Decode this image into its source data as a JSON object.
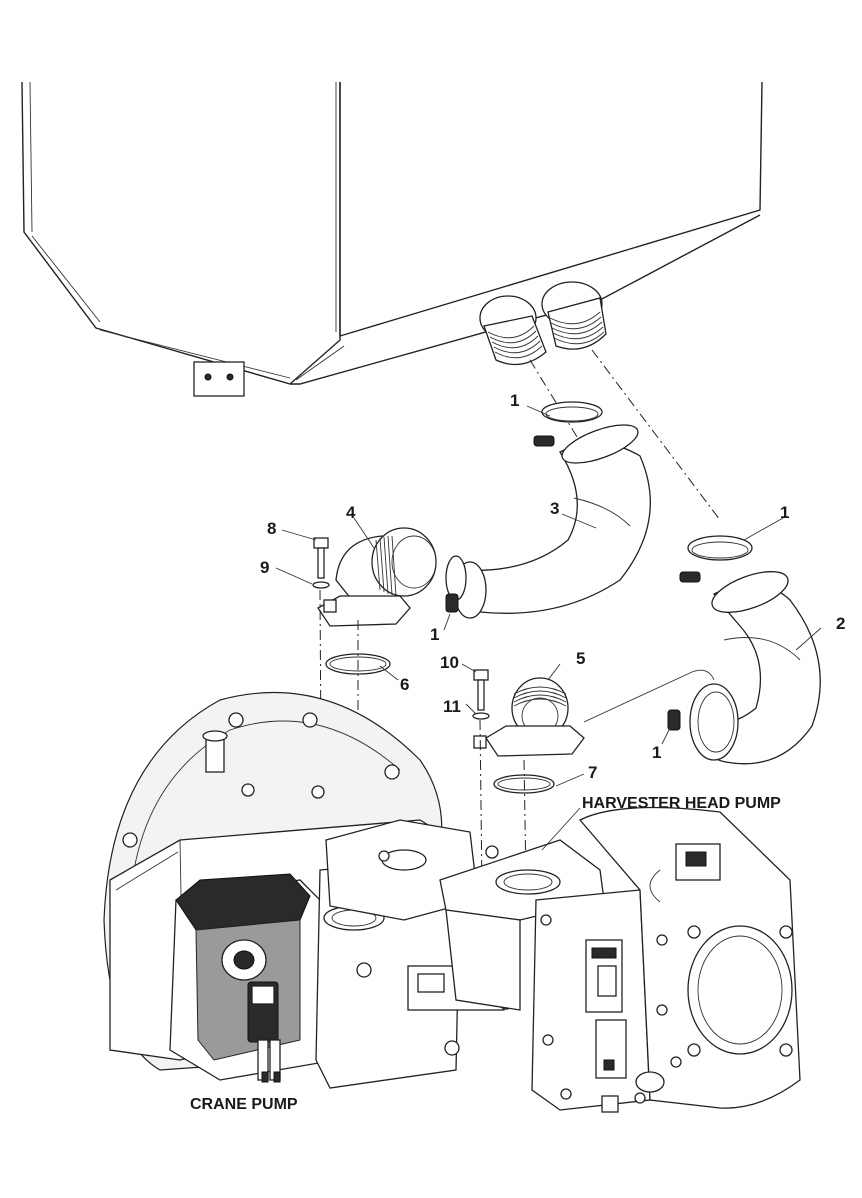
{
  "callouts": {
    "c1_top": "1",
    "c1_right": "1",
    "c1_left": "1",
    "c1_bottom": "1",
    "c2": "2",
    "c3": "3",
    "c4": "4",
    "c5": "5",
    "c6": "6",
    "c7": "7",
    "c8": "8",
    "c9": "9",
    "c10": "10",
    "c11": "11"
  },
  "labels": {
    "harvester_head_pump": "HARVESTER HEAD PUMP",
    "crane_pump": "CRANE PUMP"
  }
}
